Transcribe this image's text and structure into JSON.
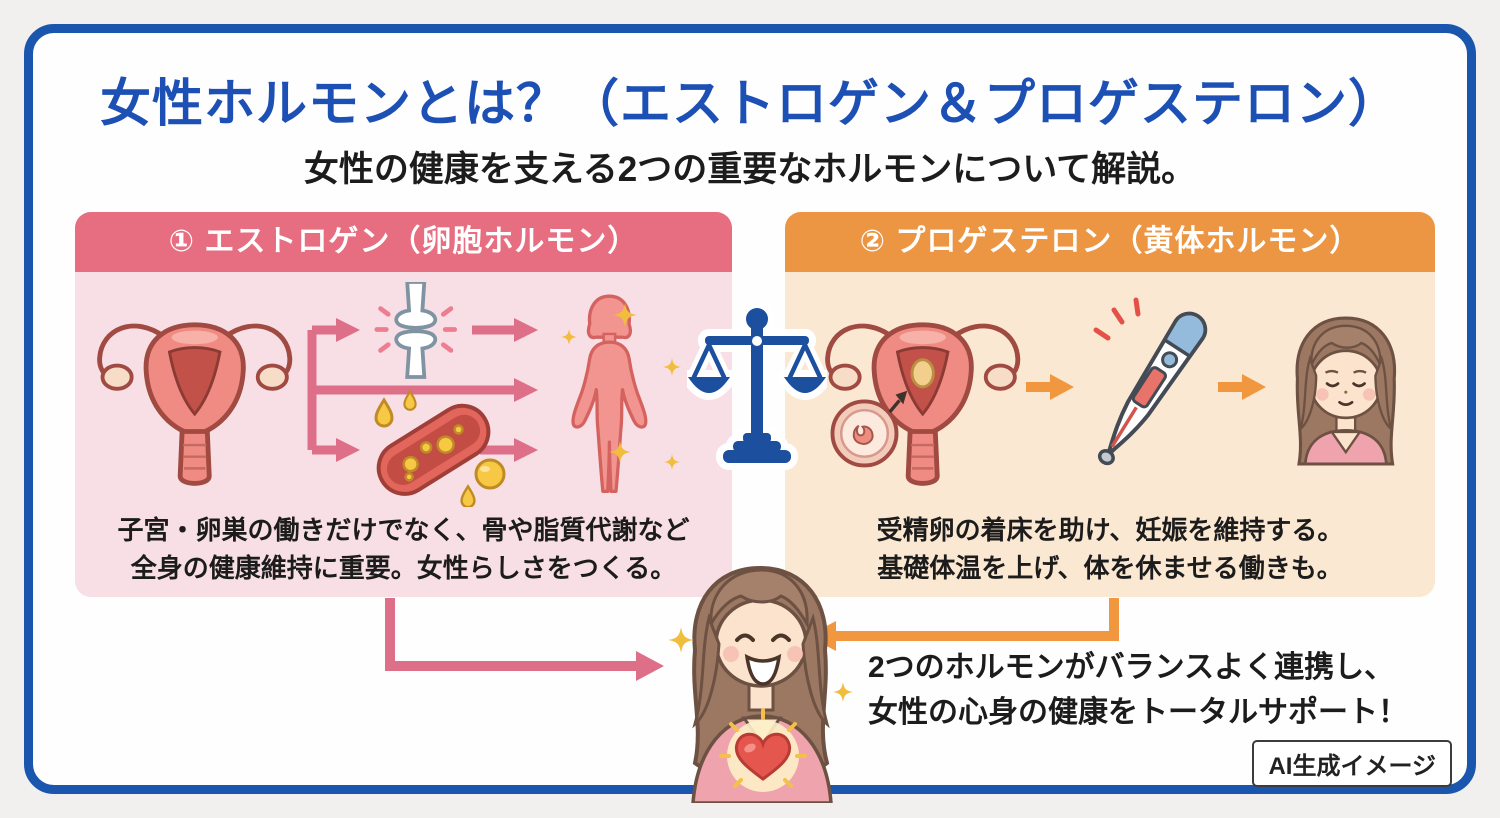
{
  "title": "女性ホルモンとは？（エストロゲン＆プロゲステロン）",
  "subtitle": "女性の健康を支える2つの重要なホルモンについて解説。",
  "colors": {
    "frame_blue": "#1a56ad",
    "title_blue": "#1d50b5",
    "estrogen_header": "#e66e80",
    "estrogen_bg": "#f8dfe6",
    "progesterone_header": "#ec9644",
    "progesterone_bg": "#fae8d2",
    "arrow_pink": "#dd6f88",
    "arrow_orange": "#f0973f",
    "scale_blue": "#1c4f9e",
    "text_dark": "#1c1c1c"
  },
  "panels": {
    "estrogen": {
      "header": "① エストロゲン（卵胞ホルモン）",
      "desc_line1": "子宮・卵巣の働きだけでなく、骨や脂質代謝など",
      "desc_line2": "全身の健康維持に重要。女性らしさをつくる。"
    },
    "progesterone": {
      "header": "② プロゲステロン（黄体ホルモン）",
      "desc_line1": "受精卵の着床を助け、妊娠を維持する。",
      "desc_line2": "基礎体温を上げ、体を休ませる働きも。"
    }
  },
  "conclusion": {
    "line1": "2つのホルモンがバランスよく連携し、",
    "line2": "女性の心身の健康をトータルサポート！"
  },
  "badge_label": "AI生成イメージ",
  "icons": {
    "center": "balance-scale-icon",
    "estrogen": [
      "uterus-icon",
      "bone-joint-icon",
      "blood-vessel-lipids-icon",
      "female-body-icon"
    ],
    "progesterone": [
      "uterus-implantation-icon",
      "thermometer-icon",
      "relaxed-woman-icon"
    ],
    "bottom": "happy-woman-heart-icon"
  }
}
